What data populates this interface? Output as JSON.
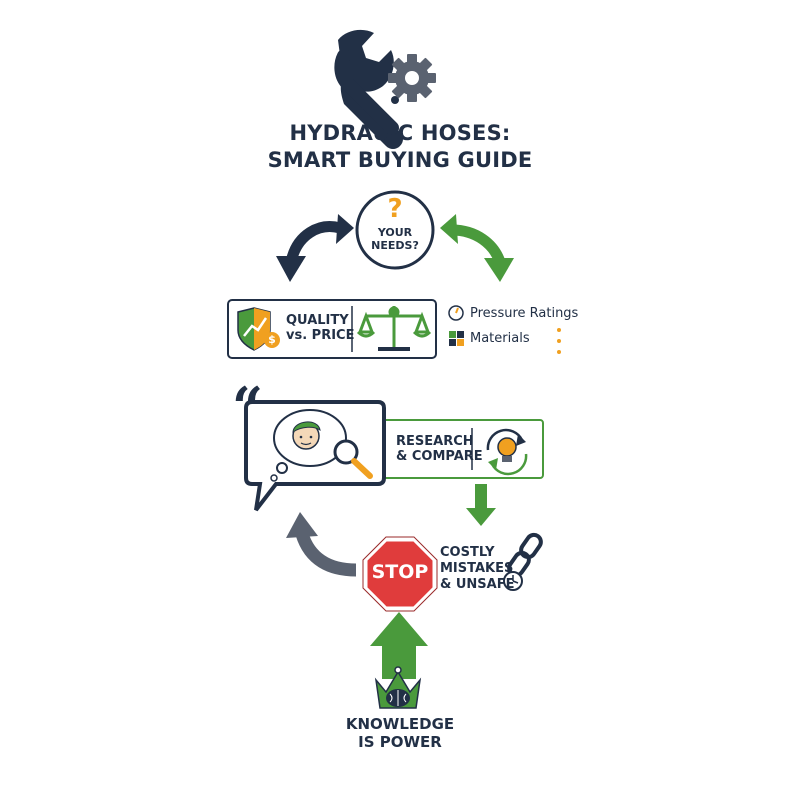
{
  "title": {
    "line1": "HYDRAUIC HOSES:",
    "line2": "SMART BUYING GUIDE"
  },
  "needs": {
    "symbol": "?",
    "line1": "YOUR",
    "line2": "NEEDS?"
  },
  "quality": {
    "line1": "QUALITY",
    "line2": "vs. PRICE",
    "coin_symbol": "$"
  },
  "factors": {
    "pressure": "Pressure Ratings",
    "materials": "Materials"
  },
  "research": {
    "line1": "RESEARCH",
    "line2": "& COMPARE"
  },
  "stop": {
    "sign": "STOP",
    "line1": "COSTLY",
    "line2": "MISTAKES",
    "line3": "& UNSAFE"
  },
  "knowledge": {
    "line1": "KNOWLEDGE",
    "line2": "IS POWER"
  },
  "quote_mark": "“",
  "colors": {
    "navy": "#223046",
    "green": "#4a9a3c",
    "orange": "#f0a020",
    "red": "#e03c3c",
    "gray": "#5a6270"
  },
  "icons": [
    "wrench-icon",
    "gear-icon",
    "shield-icon",
    "scale-icon",
    "gauge-icon",
    "materials-icon",
    "person-icon",
    "magnifier-icon",
    "lightbulb-icon",
    "chain-icon",
    "clock-icon",
    "brain-icon",
    "crown-icon"
  ]
}
